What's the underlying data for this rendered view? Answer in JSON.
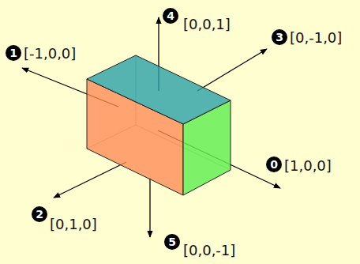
{
  "diagram": {
    "labels": [
      "1",
      "[-1,0,0]",
      "4",
      "[0,0,1]",
      "3",
      "[0,-1,0]",
      "0",
      "[1,0,0]",
      "2",
      "[0,1,0]",
      "5",
      "[0,0,-1]"
    ]
  }
}
